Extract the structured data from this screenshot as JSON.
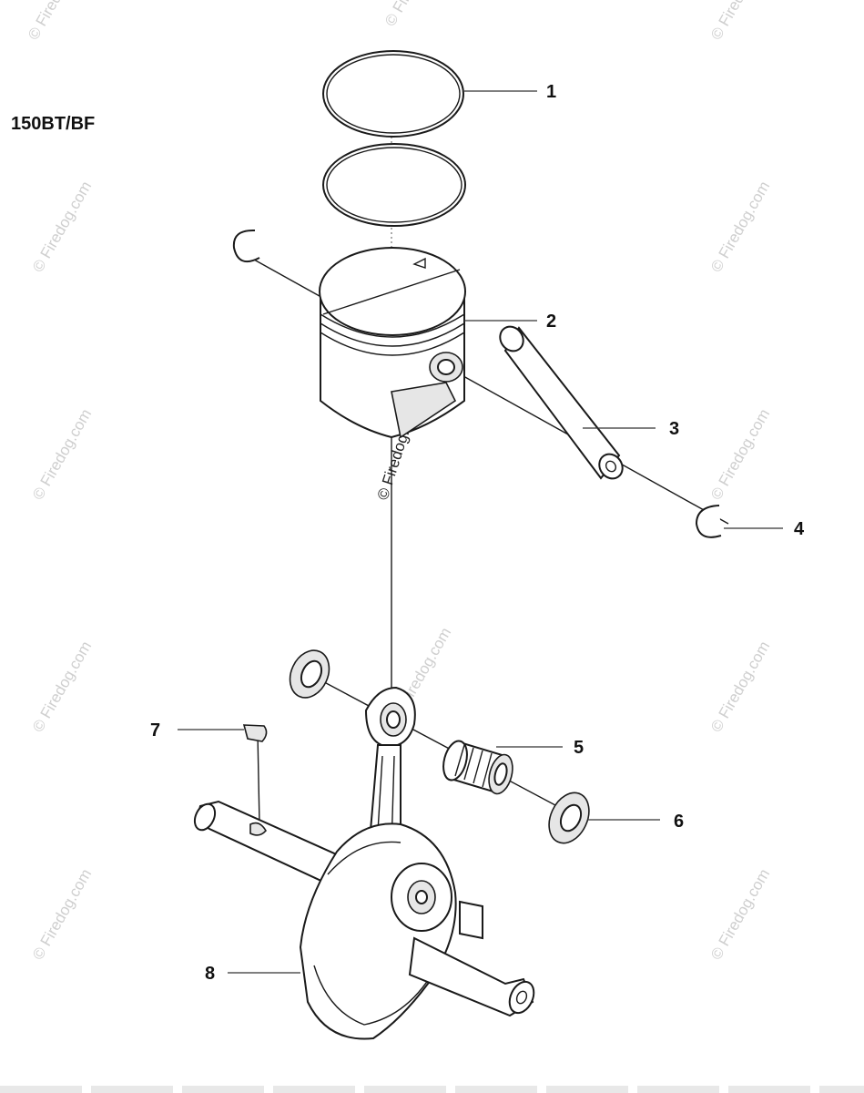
{
  "diagram": {
    "model": "150BT/BF",
    "watermark": "© Firedog.com",
    "callouts": [
      {
        "id": "1",
        "label": "1"
      },
      {
        "id": "2",
        "label": "2"
      },
      {
        "id": "3",
        "label": "3"
      },
      {
        "id": "4",
        "label": "4"
      },
      {
        "id": "5",
        "label": "5"
      },
      {
        "id": "6",
        "label": "6"
      },
      {
        "id": "7",
        "label": "7"
      },
      {
        "id": "8",
        "label": "8"
      }
    ]
  }
}
